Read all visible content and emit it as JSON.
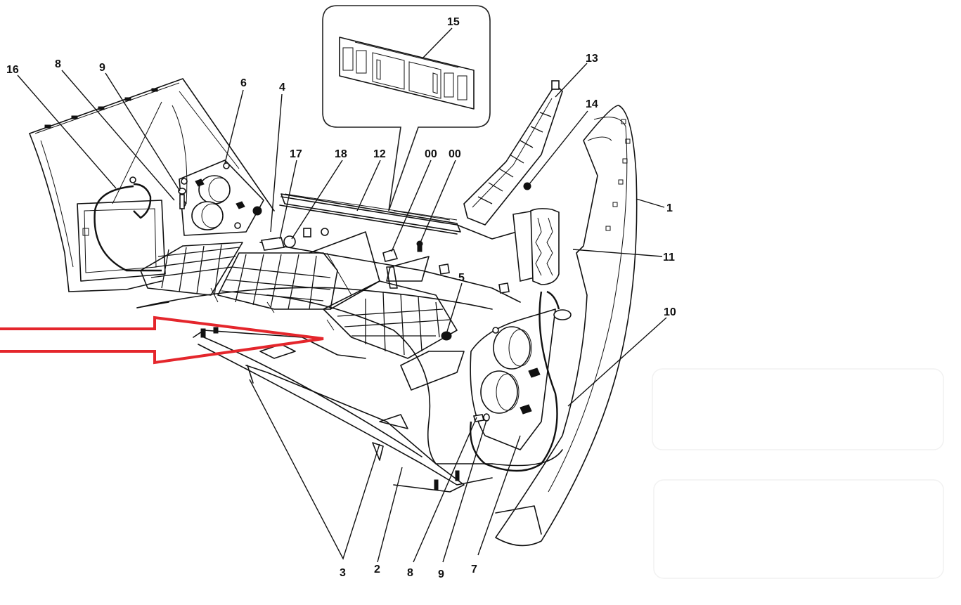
{
  "diagram": {
    "subject": "Front bumper assembly exploded view",
    "annotation_color": "#e4262c",
    "line_color": "#111111",
    "background": "#ffffff",
    "inset": {
      "label": "15",
      "description": "detail inset of reinforcement panel"
    },
    "callouts": {
      "c16": "16",
      "c8_top": "8",
      "c9_top": "9",
      "c6": "6",
      "c4": "4",
      "c17": "17",
      "c18": "18",
      "c12": "12",
      "c00_a": "00",
      "c00_b": "00",
      "c15": "15",
      "c13": "13",
      "c14": "14",
      "c1": "1",
      "c11": "11",
      "c10": "10",
      "c5": "5",
      "c3": "3",
      "c2": "2",
      "c8_bottom": "8",
      "c9_bottom": "9",
      "c7": "7"
    },
    "annotation_arrow": {
      "direction": "pointing-right",
      "target": "lower grille / undertray"
    }
  }
}
